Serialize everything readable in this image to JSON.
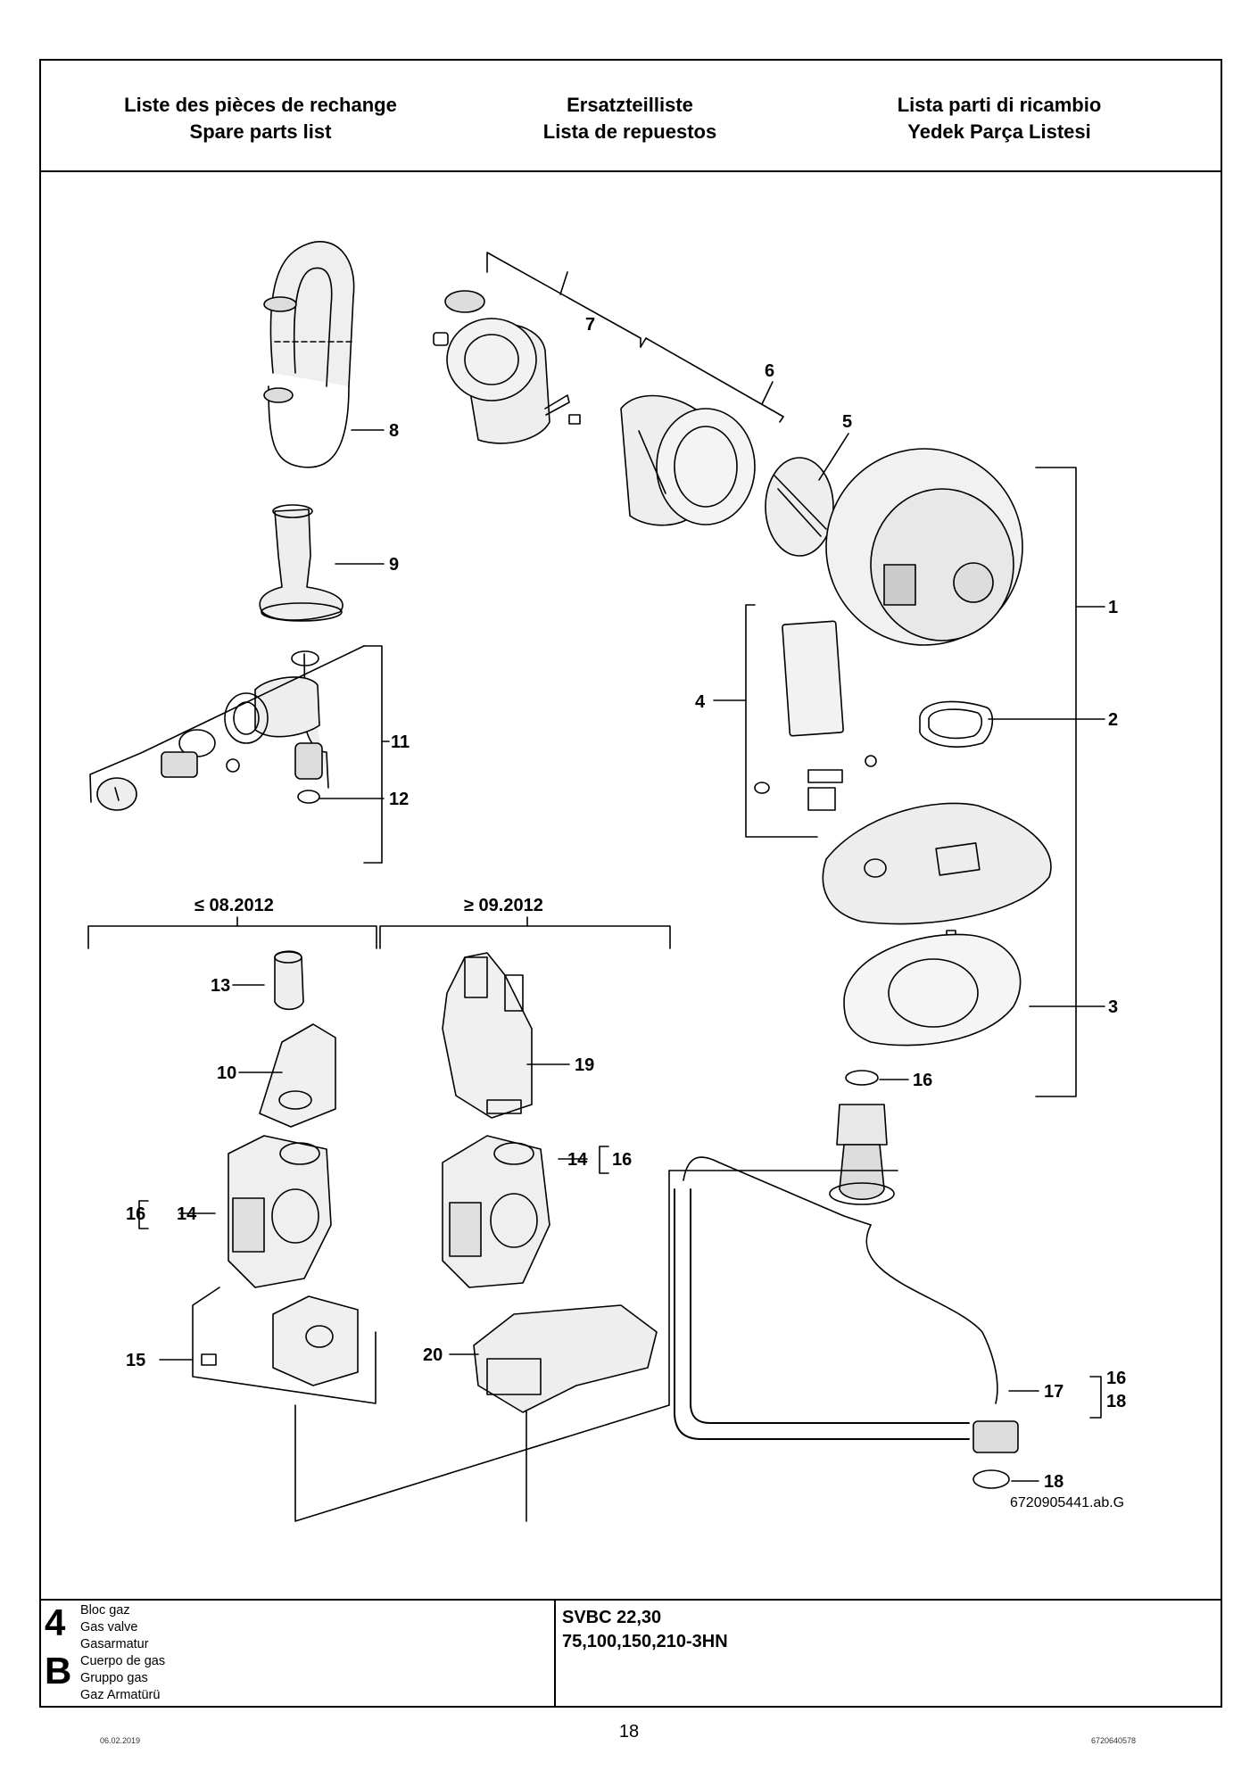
{
  "header": {
    "col1": [
      "Liste des pièces de rechange",
      "Spare parts list"
    ],
    "col2": [
      "Ersatzteilliste",
      "Lista de repuestos"
    ],
    "col3": [
      "Lista parti di ricambio",
      "Yedek Parça Listesi"
    ]
  },
  "diagram": {
    "callouts": {
      "c1": "1",
      "c2": "2",
      "c3": "3",
      "c4": "4",
      "c5": "5",
      "c6": "6",
      "c7": "7",
      "c8": "8",
      "c9": "9",
      "c10": "10",
      "c11": "11",
      "c12": "12",
      "c13": "13",
      "c14a": "14",
      "c14b": "14",
      "c15": "15",
      "c16a": "16",
      "c16b": "16",
      "c16c": "16",
      "c16d": "16",
      "c17": "17",
      "c18a": "18",
      "c18b": "18",
      "c19": "19",
      "c20": "20"
    },
    "version_old": "≤ 08.2012",
    "version_new": "≥ 09.2012",
    "figure_id": "6720905441.ab.G"
  },
  "footer": {
    "section_number": "4",
    "section_letter": "B",
    "names": [
      "Bloc gaz",
      "Gas valve",
      "Gasarmatur",
      "Cuerpo de gas",
      "Gruppo gas",
      "Gaz Armatürü"
    ],
    "model": [
      "SVBC 22,30",
      "75,100,150,210-3HN"
    ]
  },
  "page_number": "18",
  "date": "06.02.2019",
  "doc_number": "6720640578"
}
